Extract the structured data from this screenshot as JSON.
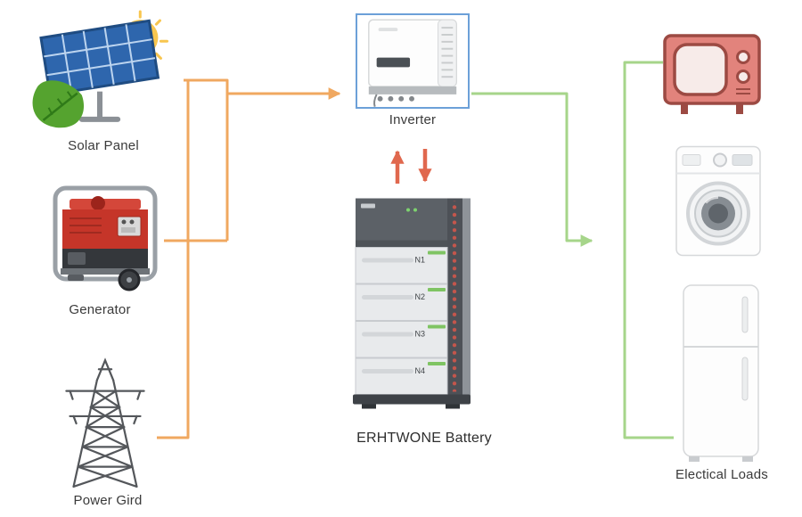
{
  "nodes": {
    "solar_panel": {
      "label": "Solar Panel"
    },
    "generator": {
      "label": "Generator"
    },
    "power_grid": {
      "label": "Power Gird"
    },
    "inverter": {
      "label": "Inverter"
    },
    "battery": {
      "label": "ERHTWONE Battery",
      "modules": [
        "N1",
        "N2",
        "N3",
        "N4"
      ]
    },
    "electrical_loads": {
      "label": "Electical Loads"
    }
  },
  "icons": {
    "sources": [
      "solar-panel-icon",
      "generator-icon",
      "power-grid-icon"
    ],
    "center": [
      "inverter-icon",
      "battery-stack-icon"
    ],
    "loads": [
      "tv-icon",
      "washing-machine-icon",
      "refrigerator-icon"
    ]
  },
  "colors": {
    "source_flow": "#f0a860",
    "battery_flow": "#e0684e",
    "load_flow": "#a6d58a",
    "inverter_highlight": "#6ca0d8"
  }
}
